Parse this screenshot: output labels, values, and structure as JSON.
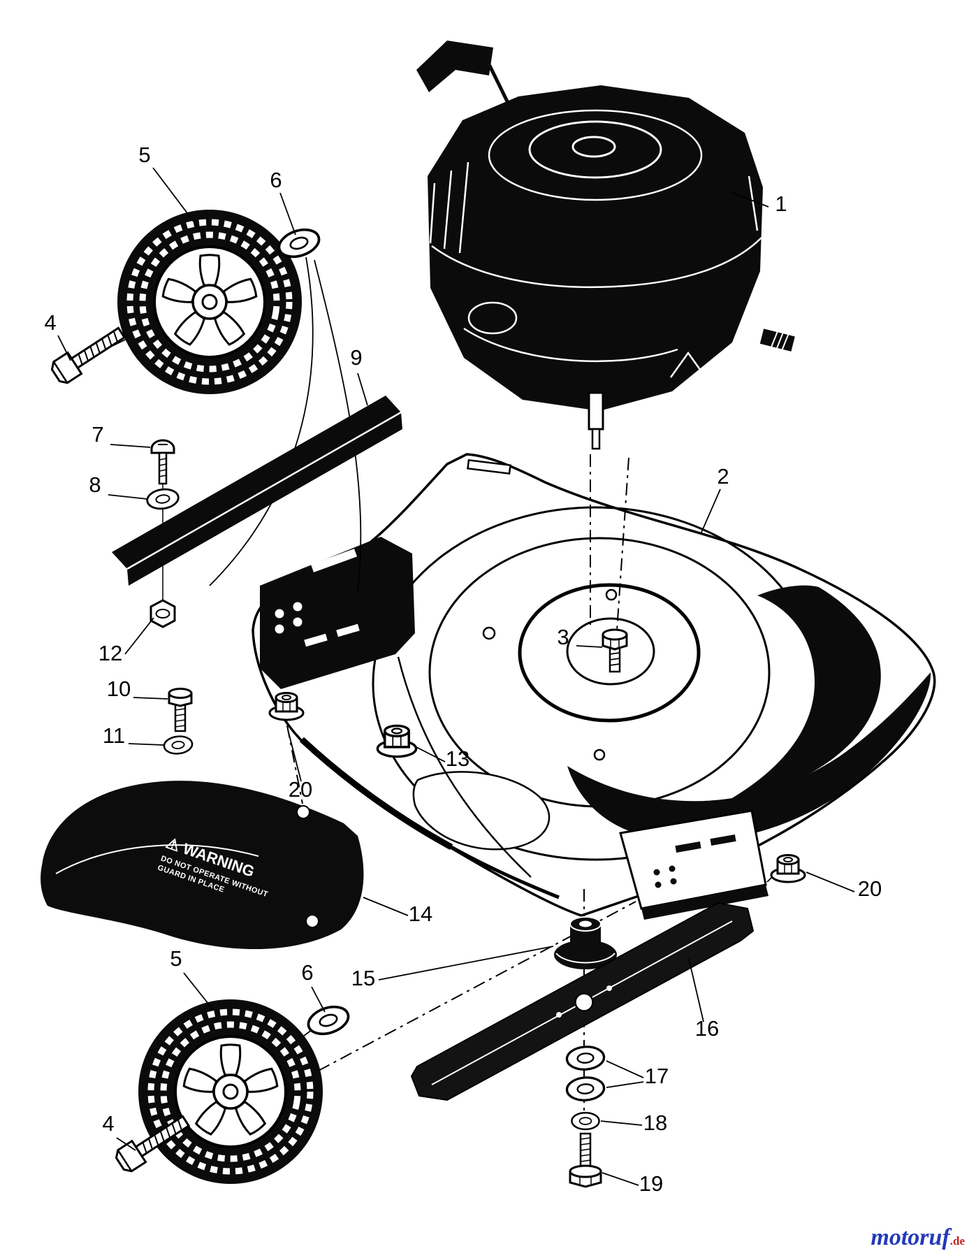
{
  "figure": {
    "kind": "exploded-parts-diagram",
    "subject": "Walk-behind mower — engine, deck, wheels and blade assembly"
  },
  "callouts": [
    {
      "label": "5",
      "part": "wheel-front"
    },
    {
      "label": "6",
      "part": "wheel-washer-front"
    },
    {
      "label": "1",
      "part": "engine"
    },
    {
      "label": "4",
      "part": "wheel-bolt-front"
    },
    {
      "label": "9",
      "part": "trail-shield"
    },
    {
      "label": "7",
      "part": "screw"
    },
    {
      "label": "8",
      "part": "washer"
    },
    {
      "label": "2",
      "part": "mower-deck"
    },
    {
      "label": "3",
      "part": "engine-bolt"
    },
    {
      "label": "12",
      "part": "nut"
    },
    {
      "label": "10",
      "part": "bolt"
    },
    {
      "label": "11",
      "part": "washer"
    },
    {
      "label": "20",
      "part": "flange-nut-left"
    },
    {
      "label": "13",
      "part": "flange-nut-deck"
    },
    {
      "label": "14",
      "part": "deflector-guard"
    },
    {
      "label": "20",
      "part": "flange-nut-right"
    },
    {
      "label": "5",
      "part": "wheel-rear"
    },
    {
      "label": "6",
      "part": "wheel-washer-rear"
    },
    {
      "label": "15",
      "part": "blade-adapter"
    },
    {
      "label": "16",
      "part": "blade"
    },
    {
      "label": "17",
      "part": "blade-washers"
    },
    {
      "label": "4",
      "part": "wheel-bolt-rear"
    },
    {
      "label": "18",
      "part": "lock-washer"
    },
    {
      "label": "19",
      "part": "blade-bolt"
    }
  ],
  "warning_label": {
    "heading": "⚠ WARNING",
    "line1": "DO NOT OPERATE WITHOUT",
    "line2": "GUARD IN PLACE"
  },
  "watermark": {
    "brand": "motoruf",
    "tld": ".de"
  }
}
